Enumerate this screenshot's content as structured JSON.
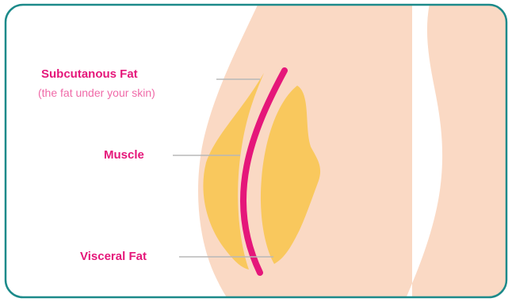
{
  "labels": {
    "subcutaneous_fat": "Subcutanous Fat",
    "subcutaneous_note": "(the fat under your skin)",
    "muscle": "Muscle",
    "visceral_fat": "Visceral Fat"
  },
  "colors": {
    "border": "#1c8a8a",
    "skin": "#fad9c4",
    "fat": "#f9c85d",
    "muscle": "#e5177a",
    "label": "#e5177a",
    "leader_line": "#b8b8b8"
  }
}
